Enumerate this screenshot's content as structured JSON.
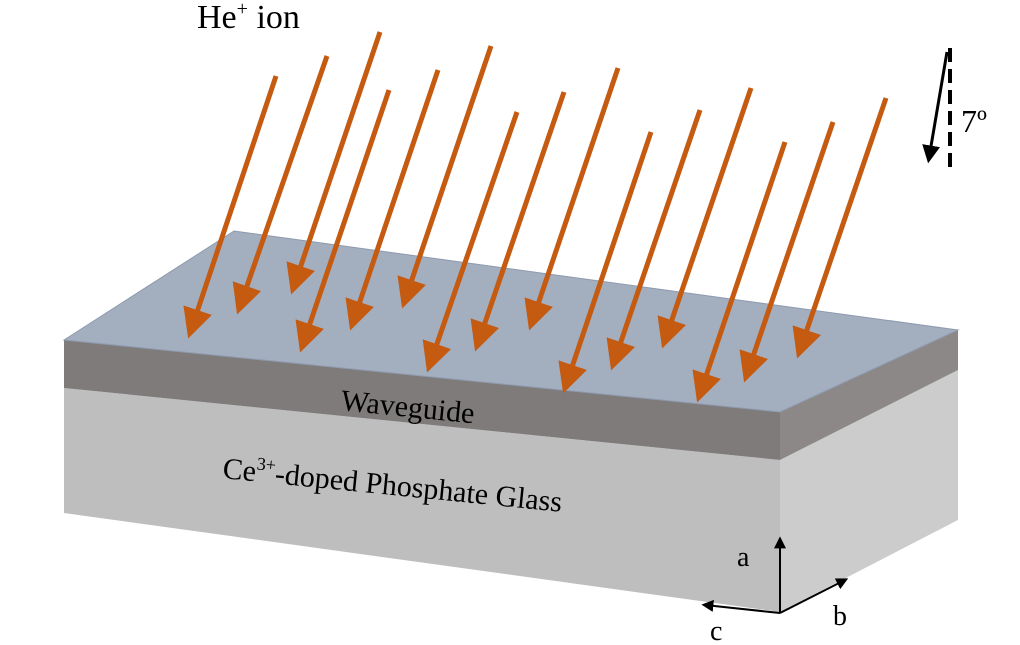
{
  "ion_label": {
    "prefix": "He",
    "sup": "+",
    "suffix": " ion"
  },
  "angle_label": "7º",
  "waveguide_label": "Waveguide",
  "substrate_label": {
    "prefix": "Ce",
    "sup": "3+",
    "suffix": "-doped Phosphate Glass"
  },
  "axes": {
    "a": "a",
    "b": "b",
    "c": "c"
  },
  "colors": {
    "ion_arrow": "#C55A11",
    "top_surface": "#A3AEBF",
    "waveguide_layer": "#7F7B7B",
    "substrate_front": "#BEBEBE",
    "substrate_side": "#CCCCCC"
  },
  "icons": {
    "ion_beam": "orange-arrow-icon",
    "tilt": "tilt-angle-icon",
    "axis": "axis-arrow-icon"
  }
}
